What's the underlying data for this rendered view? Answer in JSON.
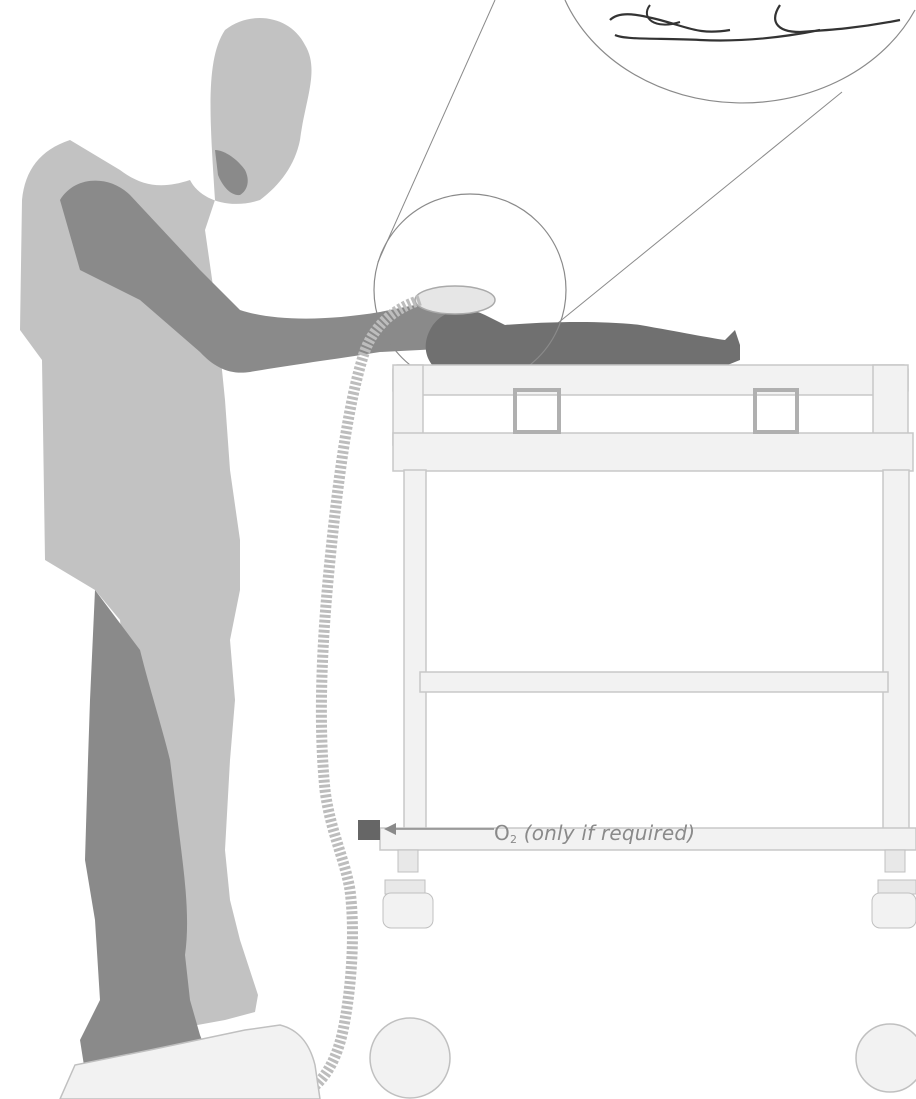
{
  "label": {
    "gas": "O",
    "gas_subscript": "2",
    "note": "(only if required)"
  },
  "colors": {
    "person_light": "#c2c2c2",
    "person_dark": "#8a8a8a",
    "infant": "#707070",
    "cart_fill": "#f2f2f2",
    "cart_stroke": "#c8c8c8",
    "tube": "#bdbdbd",
    "line": "#8a8a8a",
    "connector": "#666666"
  },
  "icons": [
    "oxygen-connector-icon",
    "arrow-left-icon"
  ]
}
